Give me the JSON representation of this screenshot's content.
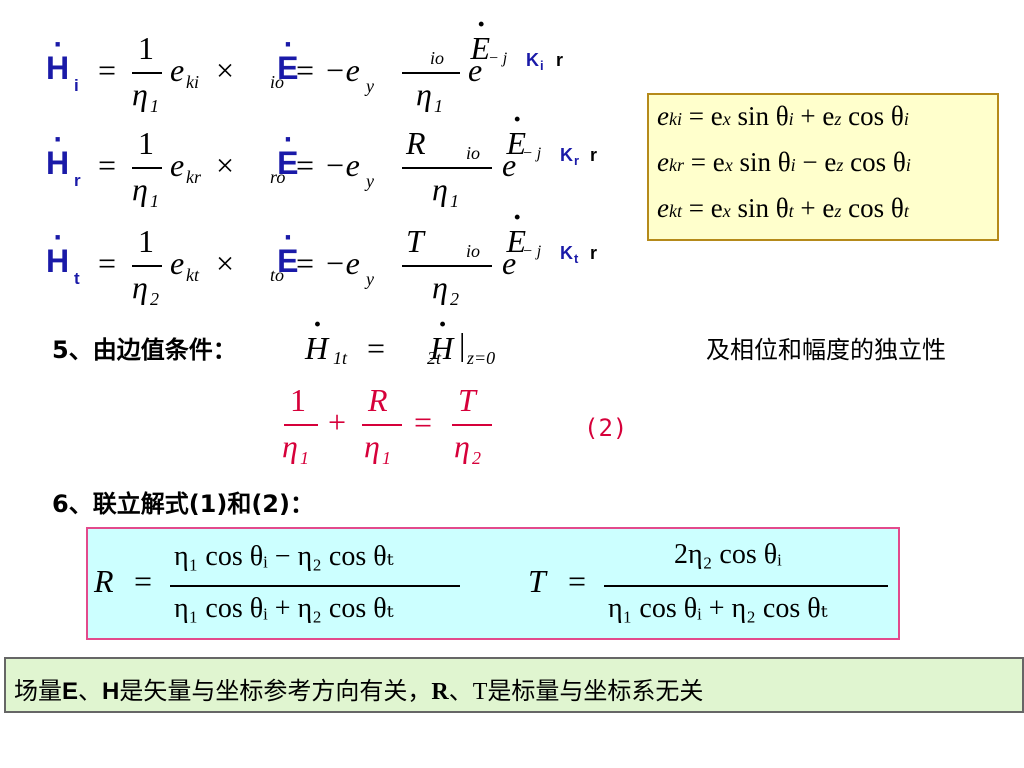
{
  "equations": {
    "h_i": {
      "H": "H",
      "sub": "i",
      "one": "1",
      "eta": "η",
      "eta_sub": "1",
      "e": "e",
      "e_sub": "ki",
      "times": "×",
      "E": "E",
      "E_sub": "io",
      "eq": "=",
      "neg": "−e",
      "neg_sub": "y",
      "num": "E",
      "num_sub": "io",
      "den": "η",
      "den_sub": "1",
      "exp_e": "e",
      "exp": "− j",
      "K": "K",
      "K_sub": "i",
      "r": "r"
    },
    "h_r": {
      "H": "H",
      "sub": "r",
      "one": "1",
      "eta": "η",
      "eta_sub": "1",
      "e": "e",
      "e_sub": "kr",
      "times": "×",
      "E": "E",
      "E_sub": "ro",
      "eq": "=",
      "neg": "−e",
      "neg_sub": "y",
      "num_pre": "R",
      "num": "E",
      "num_sub": "io",
      "den": "η",
      "den_sub": "1",
      "exp_e": "e",
      "exp": "− j",
      "K": "K",
      "K_sub": "r",
      "r": "r"
    },
    "h_t": {
      "H": "H",
      "sub": "t",
      "one": "1",
      "eta": "η",
      "eta_sub": "2",
      "e": "e",
      "e_sub": "kt",
      "times": "×",
      "E": "E",
      "E_sub": "to",
      "eq": "=",
      "neg": "−e",
      "neg_sub": "y",
      "num_pre": "T",
      "num": "E",
      "num_sub": "io",
      "den": "η",
      "den_sub": "2",
      "exp_e": "e",
      "exp": "− j",
      "K": "K",
      "K_sub": "t",
      "r": "r"
    }
  },
  "wave_vectors": [
    {
      "lhs": "e",
      "lhs_sub": "ki",
      "rhs": "= e",
      "x_sub": "x",
      "sin": " sin θ",
      "th_sub": "i",
      "op": " + e",
      "z_sub": "z",
      "cos": " cos θ",
      "th2_sub": "i"
    },
    {
      "lhs": "e",
      "lhs_sub": "kr",
      "rhs": "= e",
      "x_sub": "x",
      "sin": " sin θ",
      "th_sub": "i",
      "op": " − e",
      "z_sub": "z",
      "cos": " cos θ",
      "th2_sub": "i"
    },
    {
      "lhs": "e",
      "lhs_sub": "kt",
      "rhs": "= e",
      "x_sub": "x",
      "sin": " sin θ",
      "th_sub": "t",
      "op": " + e",
      "z_sub": "z",
      "cos": " cos θ",
      "th2_sub": "t"
    }
  ],
  "step5": {
    "label": "5、由边值条件：",
    "eq_H1": "H",
    "eq_H1_sub": "1t",
    "eq_mid": "=",
    "eq_H2": "H",
    "eq_H2_sub": "2t",
    "eq_bar": "|",
    "eq_bar_sub": "z=0",
    "right_text": "及相位和幅度的独立性",
    "frac1_num": "1",
    "frac1_den": "η",
    "frac1_den_sub": "1",
    "plus": "+",
    "frac2_num": "R",
    "frac2_den": "η",
    "frac2_den_sub": "1",
    "eq": "=",
    "frac3_num": "T",
    "frac3_den": "η",
    "frac3_den_sub": "2",
    "tag": "(2)"
  },
  "step6": {
    "label": "6、联立解式(1)和(2)："
  },
  "solution": {
    "R_lhs": "R",
    "eq": "=",
    "R_num": "η₁ cos θᵢ − η₂ cos θₜ",
    "R_den": "η₁ cos θᵢ + η₂ cos θₜ",
    "T_lhs": "T",
    "T_num": "2η₂ cos θᵢ",
    "T_den": "η₁ cos θᵢ + η₂ cos θₜ"
  },
  "footer": {
    "p1": "场量",
    "E": "E",
    "sep1": "、",
    "H": "H",
    "p2": "是矢量与坐标参考方向有关，",
    "R": "R",
    "sep2": "、",
    "T": "T",
    "p3": "是标量与坐标系无关"
  },
  "colors": {
    "blue_vector": "#1a1aa8",
    "red_eq": "#d6003a",
    "yellow_box": "#ffffcc",
    "cyan_box": "#ccffff",
    "green_box": "#e0f5d0"
  }
}
